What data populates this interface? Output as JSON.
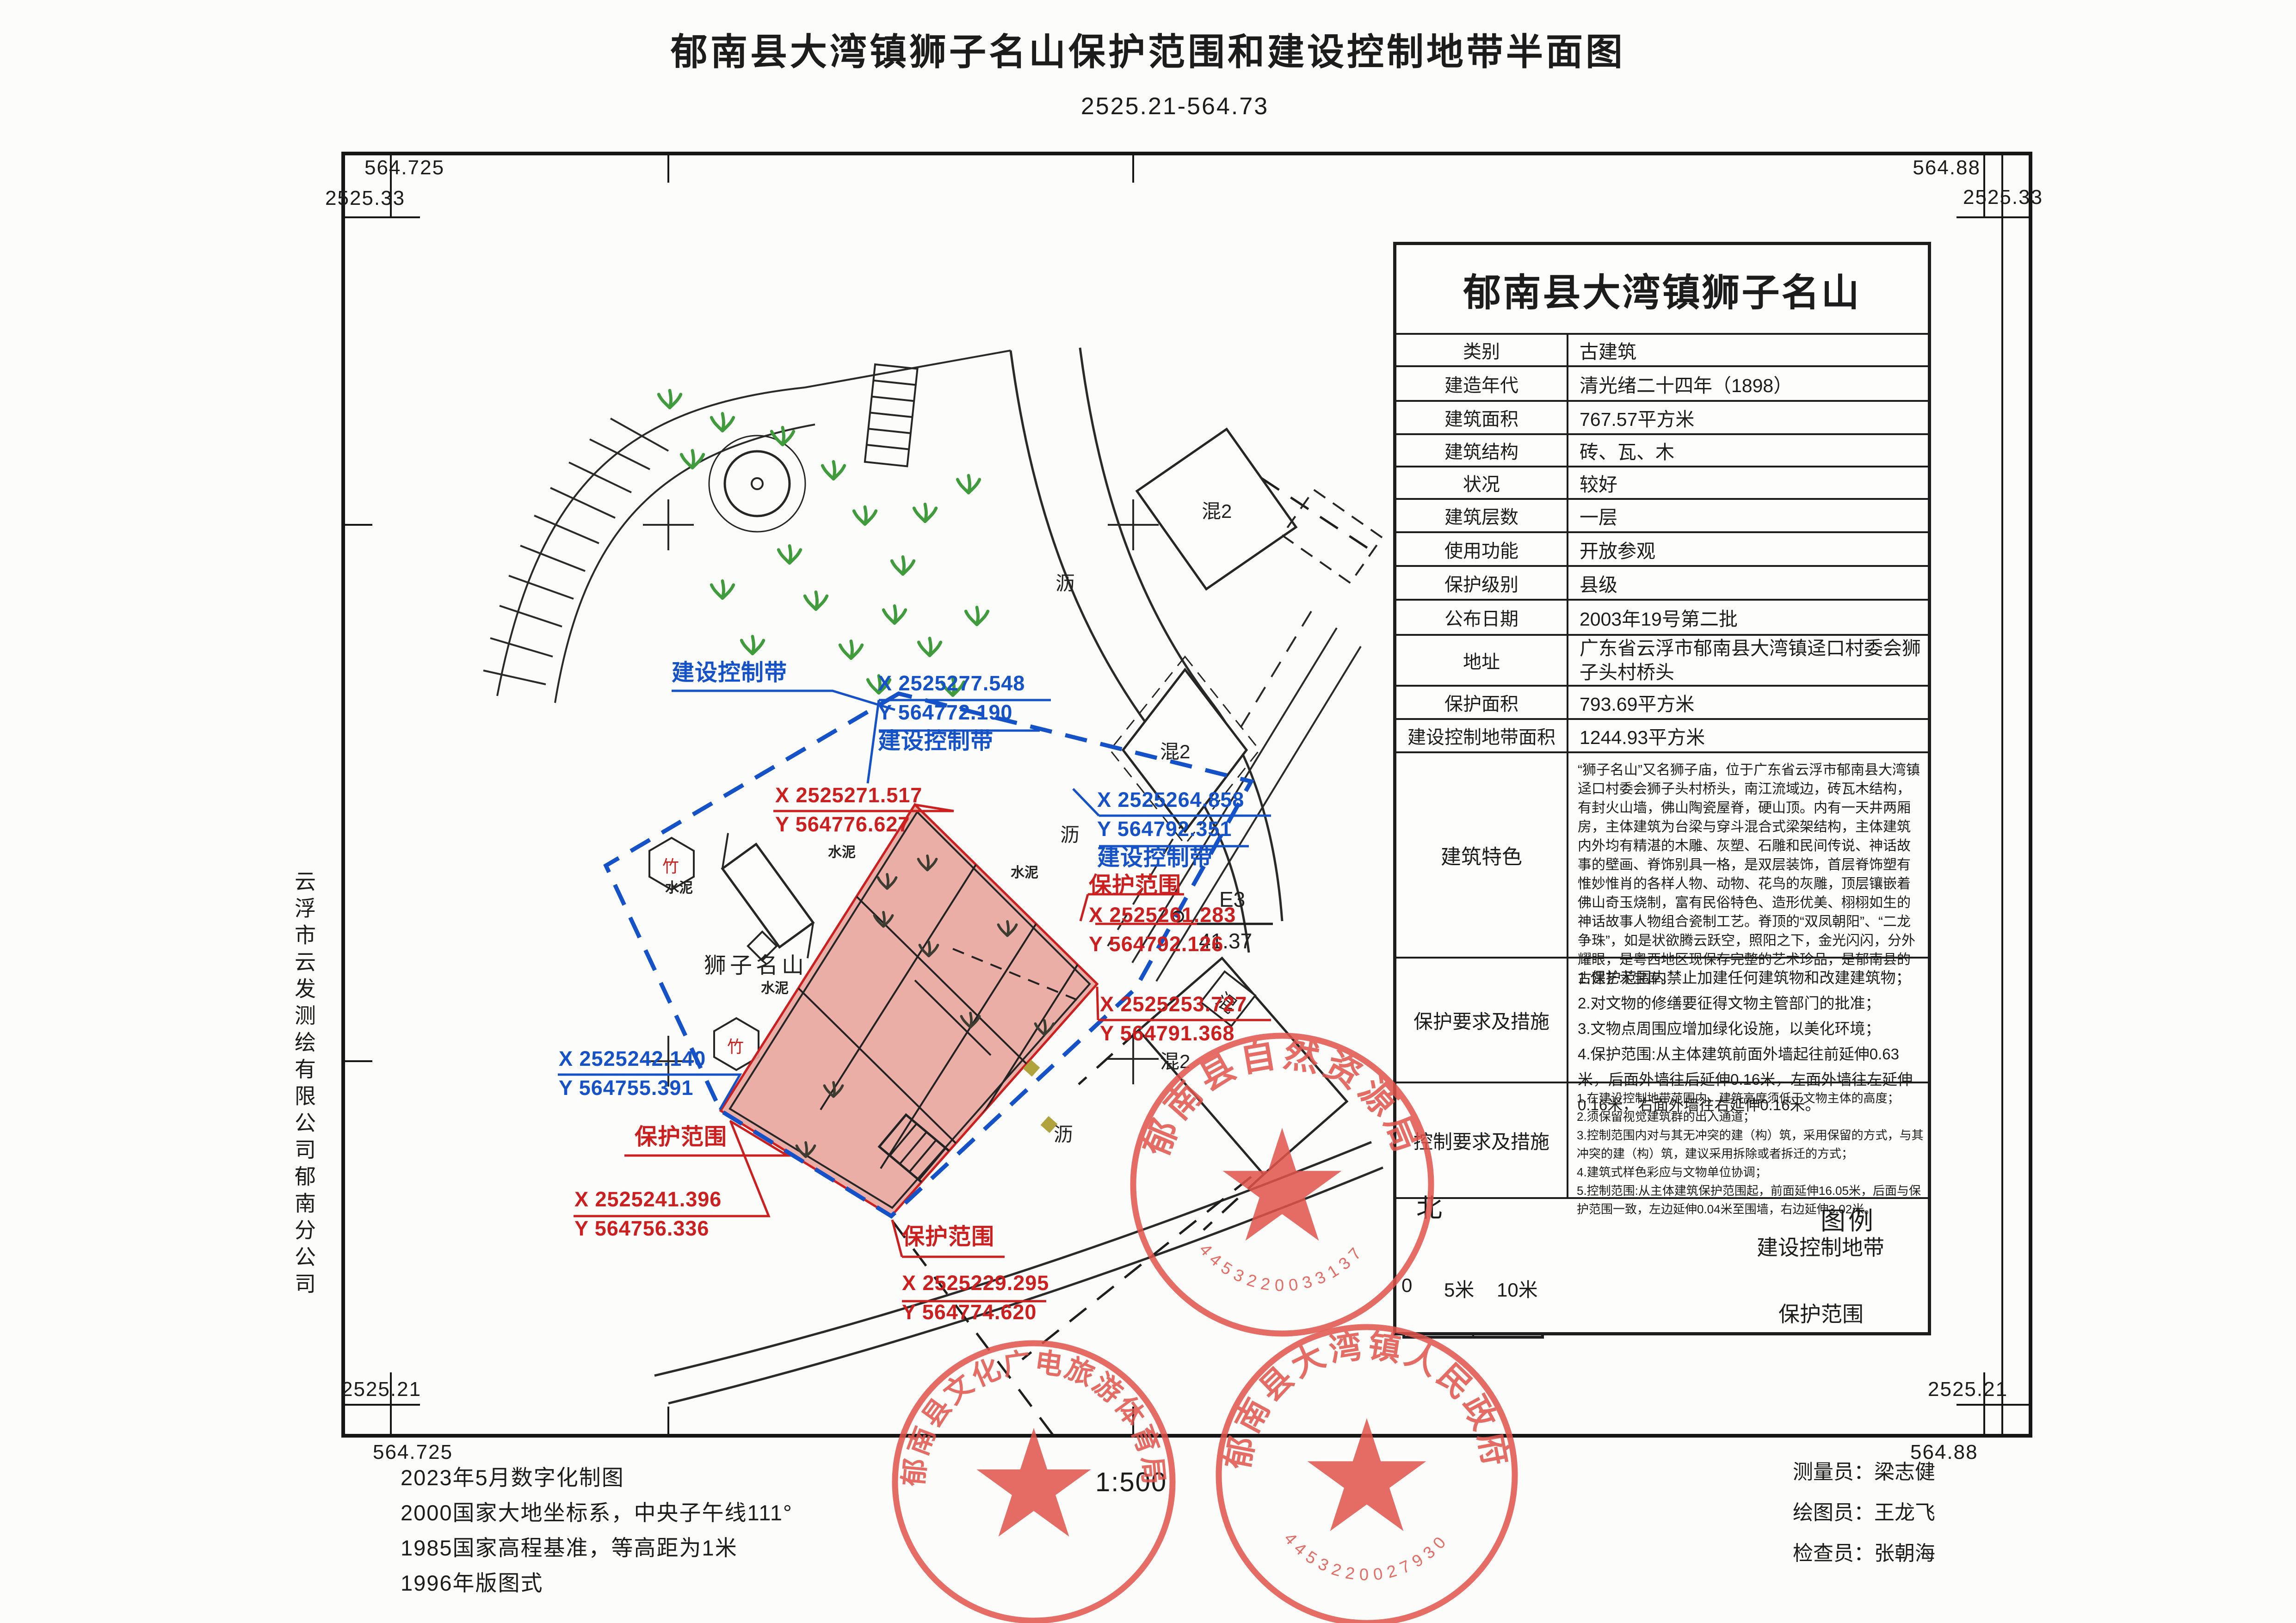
{
  "page": {
    "title": "郁南县大湾镇狮子名山保护范围和建设控制地带半面图",
    "subtitle": "2525.21-564.73",
    "scale": "1:500"
  },
  "frame": {
    "tl_e": "564.725",
    "tl_n": "2525.33",
    "tr_e": "564.88",
    "tr_n": "2525.33",
    "bl_n": "2525.21",
    "bl_e": "564.725",
    "br_n": "2525.21",
    "br_e": "564.88"
  },
  "company": "云浮市云发测绘有限公司郁南分公司",
  "notes": [
    "2023年5月数字化制图",
    "2000国家大地坐标系，中央子午线111°",
    "1985国家高程基准，等高距为1米",
    "1996年版图式"
  ],
  "credits": [
    "测量员：梁志健",
    "绘图员：王龙飞",
    "检查员：张朝海"
  ],
  "info": {
    "title": "郁南县大湾镇狮子名山",
    "rows": [
      {
        "label": "类别",
        "value": "古建筑"
      },
      {
        "label": "建造年代",
        "value": "清光绪二十四年（1898）"
      },
      {
        "label": "建筑面积",
        "value": "767.57平方米"
      },
      {
        "label": "建筑结构",
        "value": "砖、瓦、木"
      },
      {
        "label": "状况",
        "value": "较好"
      },
      {
        "label": "建筑层数",
        "value": "一层"
      },
      {
        "label": "使用功能",
        "value": "开放参观"
      },
      {
        "label": "保护级别",
        "value": "县级"
      },
      {
        "label": "公布日期",
        "value": "2003年19号第二批"
      },
      {
        "label": "地址",
        "value": "广东省云浮市郁南县大湾镇迳口村委会狮子头村桥头"
      },
      {
        "label": "保护面积",
        "value": "793.69平方米"
      },
      {
        "label": "建设控制地带面积",
        "value": "1244.93平方米"
      }
    ]
  },
  "sections": {
    "feature_label": "建筑特色",
    "feature_text": "“狮子名山”又名狮子庙，位于广东省云浮市郁南县大湾镇迳口村委会狮子头村桥头，南江流域边，砖瓦木结构，有封火山墙，佛山陶瓷屋脊，硬山顶。内有一天井两厢房，主体建筑为台梁与穿斗混合式梁架结构，主体建筑内外均有精湛的木雕、灰塑、石雕和民间传说、神话故事的壁画、脊饰别具一格，是双层装饰，首层脊饰塑有惟妙惟肖的各样人物、动物、花鸟的灰雕，顶层镶嵌着佛山奇玉烧制，富有民俗特色、造形优美、栩栩如生的神话故事人物组合瓷制工艺。脊顶的“双凤朝阳”、“二龙争珠”，如是状欲腾云跃空，照阳之下，金光闪闪，分外耀眼，是粤西地区现保存完整的艺术珍品，是郁南县的古建艺术宝库。",
    "protect_label": "保护要求及措施",
    "protect_items": [
      "1.保护范围内禁止加建任何建筑物和改建建筑物；",
      "2.对文物的修缮要征得文物主管部门的批准；",
      "3.文物点周围应增加绿化设施，以美化环境；",
      "4.保护范围:从主体建筑前面外墙起往前延伸0.63米，后面外墙往后延伸0.16米，左面外墙往左延伸0.16米，右面外墙往右延伸0.16米。"
    ],
    "control_label": "控制要求及措施",
    "control_items": [
      "1.在建设控制地带范围内，建筑高度须低于文物主体的高度；",
      "2.须保留视觉建筑群的出入通道；",
      "3.控制范围内对与其无冲突的建（构）筑，采用保留的方式，与其冲突的建（构）筑，建议采用拆除或者拆迁的方式；",
      "4.建筑式样色彩应与文物单位协调；",
      "5.控制范围:从主体建筑保护范围起，前面延伸16.05米，后面与保护范围一致，左边延伸0.04米至围墙，右边延伸3.02米。"
    ]
  },
  "legend": {
    "title": "图例",
    "north": "北",
    "scale_ticks": [
      "0",
      "5米",
      "10米"
    ],
    "items": [
      {
        "label": "建设控制地带",
        "color": "#1552c8"
      },
      {
        "label": "保护范围",
        "color": "#cc2020"
      }
    ]
  },
  "map": {
    "labels": {
      "mountain": "狮子名山",
      "cement": "水泥",
      "asphalt": "沥",
      "concrete2": "混2",
      "concrete": "混",
      "bamboo": "竹"
    },
    "control_point": {
      "name": "E3",
      "value": "41.37"
    },
    "zone_colors": {
      "control_zone": "#1552c8",
      "protection_zone": "#cc2020",
      "protection_fill": "#e9a79f"
    },
    "callouts": {
      "c1": {
        "label": "建设控制带"
      },
      "c2": {
        "x": "X 2525277.548",
        "y": "Y 564772.190",
        "label": "建设控制带"
      },
      "c3": {
        "x": "X 2525264.858",
        "y": "Y 564792.351",
        "label": "建设控制带"
      },
      "c4": {
        "x": "X 2525271.517",
        "y": "Y 564776.627"
      },
      "c5": {
        "label": "保护范围",
        "x": "X 2525261.283",
        "y": "Y 564792.126"
      },
      "c6": {
        "x": "X 2525253.727",
        "y": "Y 564791.368"
      },
      "c7": {
        "x": "X 2525242.140",
        "y": "Y 564755.391"
      },
      "c8": {
        "label": "保护范围"
      },
      "c9": {
        "x": "X 2525241.396",
        "y": "Y 564756.336"
      },
      "c10": {
        "label": "保护范围",
        "x": "X 2525229.295",
        "y": "Y 564774.620"
      }
    }
  },
  "seals": [
    {
      "text": "郁南县自然资源局",
      "number": "4453220033137"
    },
    {
      "text": "郁南县文化广电旅游体育局",
      "number": ""
    },
    {
      "text": "郁南县大湾镇人民政府",
      "number": "4453220027930"
    }
  ]
}
